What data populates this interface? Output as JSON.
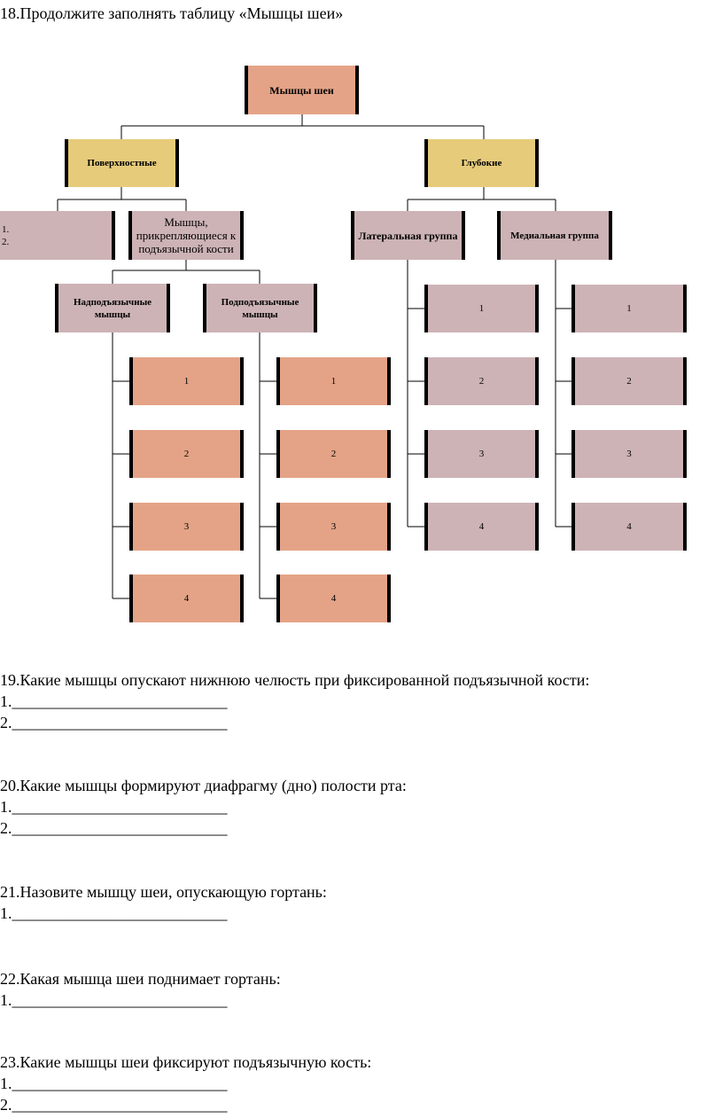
{
  "heading": "18.Продолжите заполнять таблицу «Мышцы шеи»",
  "diagram": {
    "root": "Мышцы шеи",
    "surface": "Поверхностные",
    "deep": "Глубокие",
    "surface_list": [
      "1.",
      "2."
    ],
    "hyoid": "Мышцы, прикрепляющиеся к подъязычной кости",
    "suprahyoid": "Надподъязычные мышцы",
    "infrahyoid": "Подподъязычные мышцы",
    "lateral": "Латеральная группа",
    "medial": "Медиальная группа",
    "slots": [
      "1",
      "2",
      "3",
      "4"
    ]
  },
  "questions": [
    {
      "text": "19.Какие мышцы опускают нижнюю челюсть при фиксированной подъязычной кости:",
      "answers": [
        "1.___________________________",
        "2.___________________________"
      ]
    },
    {
      "text": "20.Какие мышцы формируют диафрагму (дно) полости рта:",
      "answers": [
        "1.___________________________",
        "2.___________________________"
      ]
    },
    {
      "text": "21.Назовите мышцу шеи, опускающую гортань:",
      "answers": [
        "1.___________________________"
      ]
    },
    {
      "text": "22.Какая мышца шеи поднимает гортань:",
      "answers": [
        "1.___________________________"
      ]
    },
    {
      "text": "23.Какие мышцы шеи фиксируют подъязычную кость:",
      "answers": [
        "1.___________________________",
        "2.___________________________"
      ]
    }
  ]
}
